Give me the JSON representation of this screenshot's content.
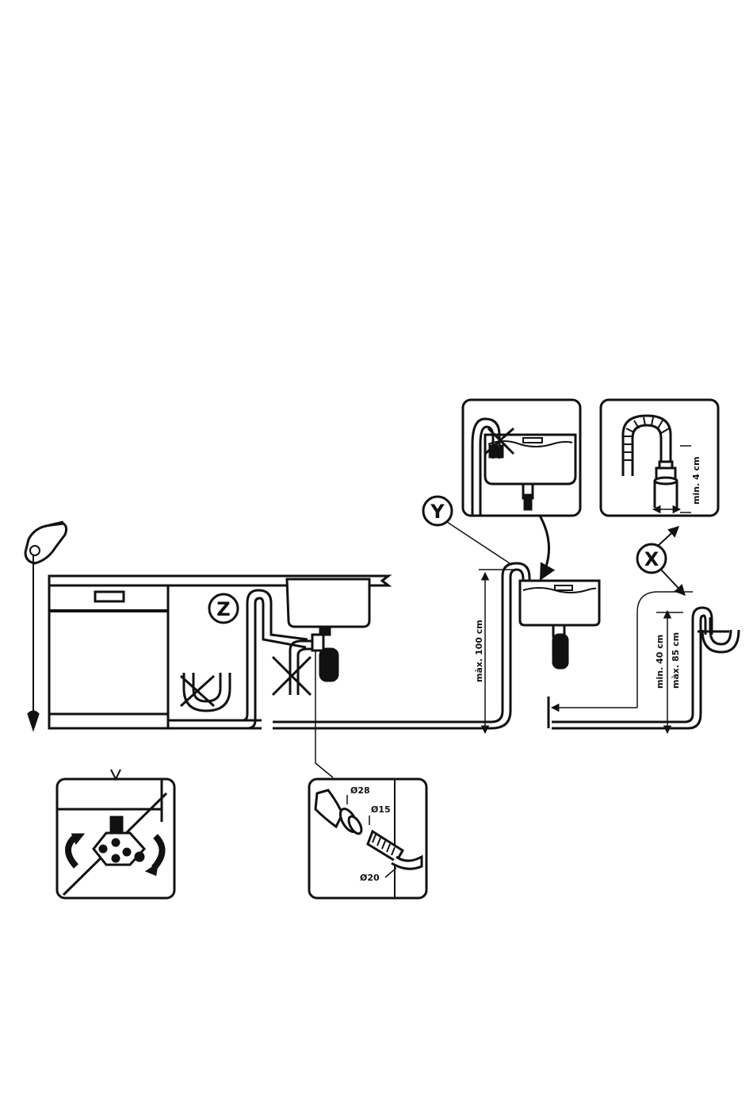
{
  "labels": {
    "Y": "Y",
    "X": "X",
    "Z": "Z"
  },
  "dimensions": {
    "max_100": "màx. 100 cm",
    "min_4": "min. 4 cm",
    "min_40": "min. 40 cm",
    "max_85": "màx. 85 cm"
  },
  "diameters": {
    "d28": "Ø28",
    "d15": "Ø15",
    "d20": "Ø20"
  },
  "colors": {
    "line": "#111111",
    "background": "#ffffff"
  }
}
